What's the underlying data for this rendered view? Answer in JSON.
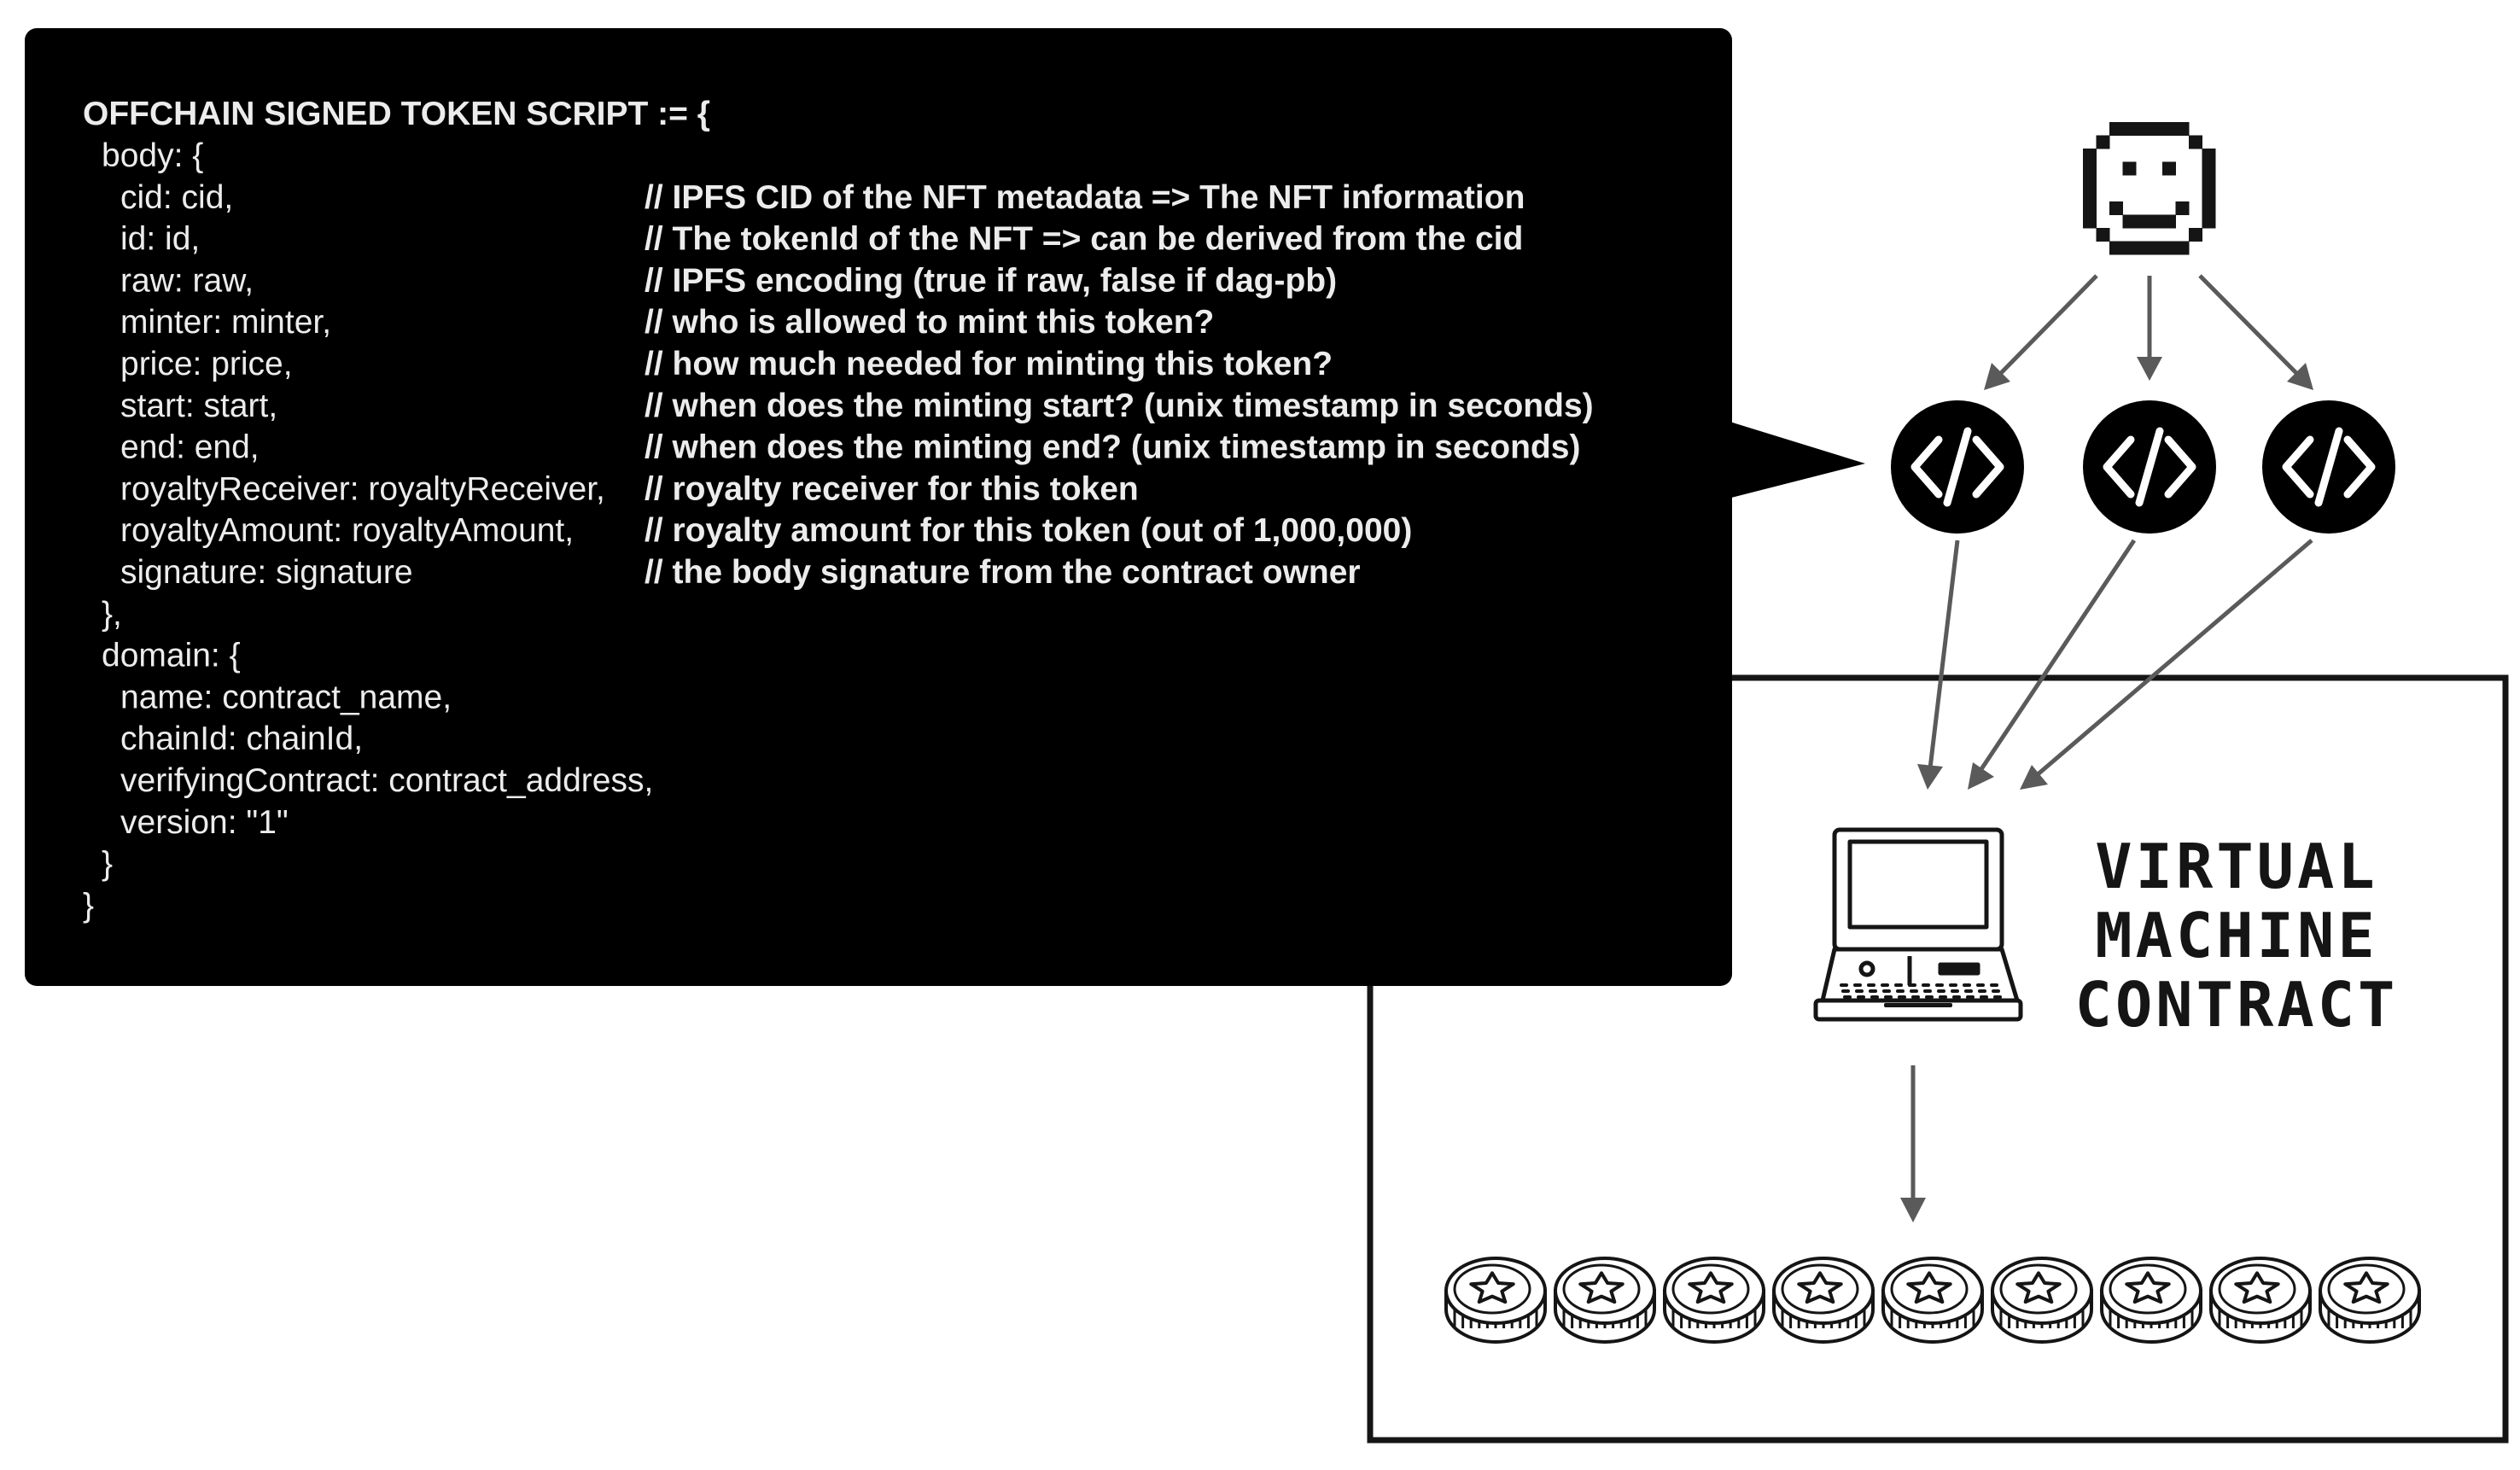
{
  "script_panel": {
    "header": "OFFCHAIN SIGNED TOKEN SCRIPT := {",
    "lines": [
      {
        "code": "body: {",
        "comment": ""
      },
      {
        "code": "cid: cid,",
        "comment": "// IPFS CID of the NFT metadata => The NFT information"
      },
      {
        "code": "id: id,",
        "comment": "// The tokenId of the NFT => can be derived from the cid"
      },
      {
        "code": "raw: raw,",
        "comment": "// IPFS encoding (true if raw, false if dag-pb)"
      },
      {
        "code": "minter: minter,",
        "comment": "// who is allowed to mint this token?"
      },
      {
        "code": "price: price,",
        "comment": "// how much needed for minting this token?"
      },
      {
        "code": "start: start,",
        "comment": "// when does the minting start? (unix timestamp in seconds)"
      },
      {
        "code": "end: end,",
        "comment": "// when does the minting end? (unix timestamp in seconds)"
      },
      {
        "code": "royaltyReceiver: royaltyReceiver,",
        "comment": "// royalty receiver for this token"
      },
      {
        "code": "royaltyAmount: royaltyAmount,",
        "comment": "// royalty amount for this token (out of 1,000,000)"
      },
      {
        "code": "signature: signature",
        "comment": "// the body signature from the contract owner"
      },
      {
        "code": "},",
        "comment": ""
      },
      {
        "code": "domain: {",
        "comment": ""
      },
      {
        "code": "name: contract_name,",
        "comment": ""
      },
      {
        "code": "chainId: chainId,",
        "comment": ""
      },
      {
        "code": "verifyingContract: contract_address,",
        "comment": ""
      },
      {
        "code": "version: \"1\"",
        "comment": ""
      },
      {
        "code": "}",
        "comment": ""
      },
      {
        "code": "}",
        "comment": ""
      }
    ]
  },
  "machine": {
    "title_lines": [
      "VIRTUAL",
      "MACHINE",
      "CONTRACT"
    ]
  },
  "icons": {
    "user": "pixel-smiley-icon",
    "script": "code-brackets-icon",
    "computer": "retro-computer-icon",
    "token": "star-coin-icon"
  },
  "colors": {
    "panel": "#000000",
    "panel_text": "#ececec",
    "ink": "#151515",
    "arrow": "#5a5a5a"
  },
  "coins": {
    "count": 9
  }
}
